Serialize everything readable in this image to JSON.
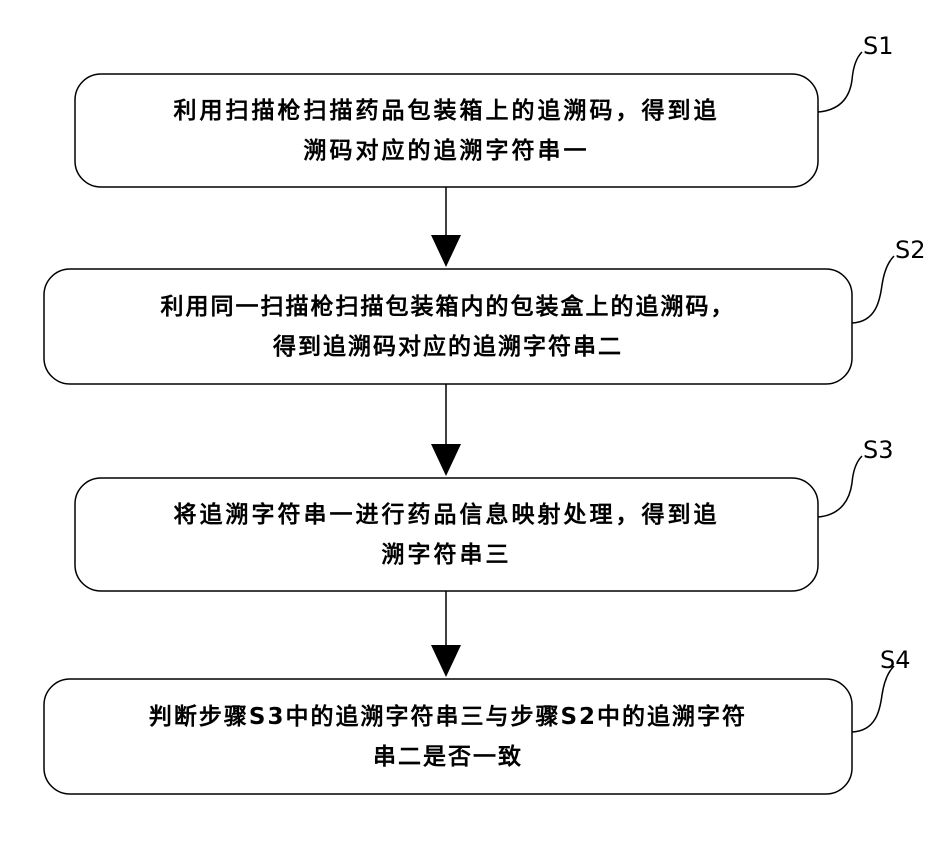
{
  "steps": [
    {
      "label": "S1",
      "text": "利用扫描枪扫描药品包装箱上的追溯码，得到追\n溯码对应的追溯字符串一"
    },
    {
      "label": "S2",
      "text": "利用同一扫描枪扫描包装箱内的包装盒上的追溯码，\n得到追溯码对应的追溯字符串二"
    },
    {
      "label": "S3",
      "text": "将追溯字符串一进行药品信息映射处理，得到追\n溯字符串三"
    },
    {
      "label": "S4",
      "text": "判断步骤S3中的追溯字符串三与步骤S2中的追溯字符\n串二是否一致"
    }
  ]
}
